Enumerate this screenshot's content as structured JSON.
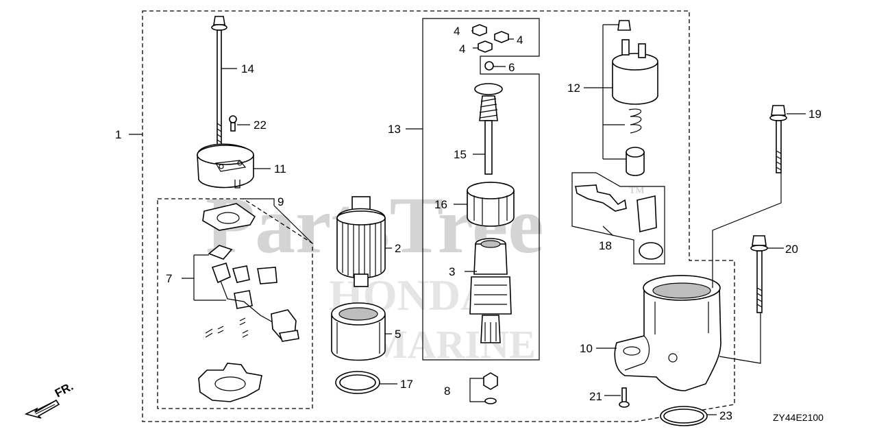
{
  "watermark": {
    "brand": "PartsTree",
    "tm": "TM",
    "honda": "HONDA",
    "marine": "MARINE"
  },
  "direction_mark": "FR.",
  "reference_code": "ZY44E2100",
  "callouts": [
    "1",
    "2",
    "3",
    "4",
    "4",
    "4",
    "5",
    "6",
    "7",
    "8",
    "9",
    "10",
    "11",
    "12",
    "13",
    "14",
    "15",
    "16",
    "17",
    "18",
    "19",
    "20",
    "21",
    "22",
    "23"
  ]
}
